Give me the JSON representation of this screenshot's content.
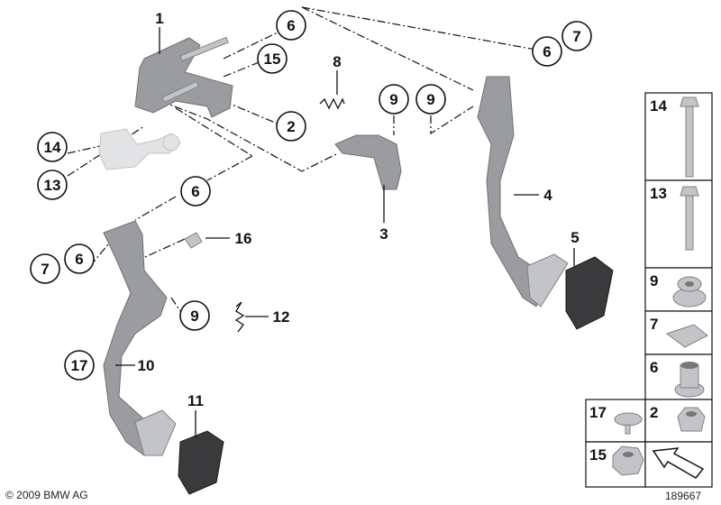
{
  "diagram": {
    "callouts": {
      "c1": "1",
      "c2": "2",
      "c3": "3",
      "c4": "4",
      "c5": "5",
      "c6a": "6",
      "c6b": "6",
      "c6c": "6",
      "c6d": "6",
      "c7a": "7",
      "c7b": "7",
      "c8": "8",
      "c9a": "9",
      "c9b": "9",
      "c9c": "9",
      "c10": "10",
      "c11": "11",
      "c12": "12",
      "c13": "13",
      "c14": "14",
      "c15": "15",
      "c16": "16",
      "c17": "17"
    },
    "legend_panel": {
      "items": [
        {
          "label": "14",
          "part": "bolt-long"
        },
        {
          "label": "13",
          "part": "bolt"
        },
        {
          "label": "9",
          "part": "bushing"
        },
        {
          "label": "7",
          "part": "clip"
        },
        {
          "label": "6",
          "part": "sleeve"
        },
        {
          "label": "17",
          "part": "stud"
        },
        {
          "label": "2",
          "part": "collar-nut"
        },
        {
          "label": "15",
          "part": "hex-nut"
        }
      ]
    }
  },
  "footer": {
    "copyright": "© 2009 BMW AG",
    "diagram_number": "189667"
  }
}
